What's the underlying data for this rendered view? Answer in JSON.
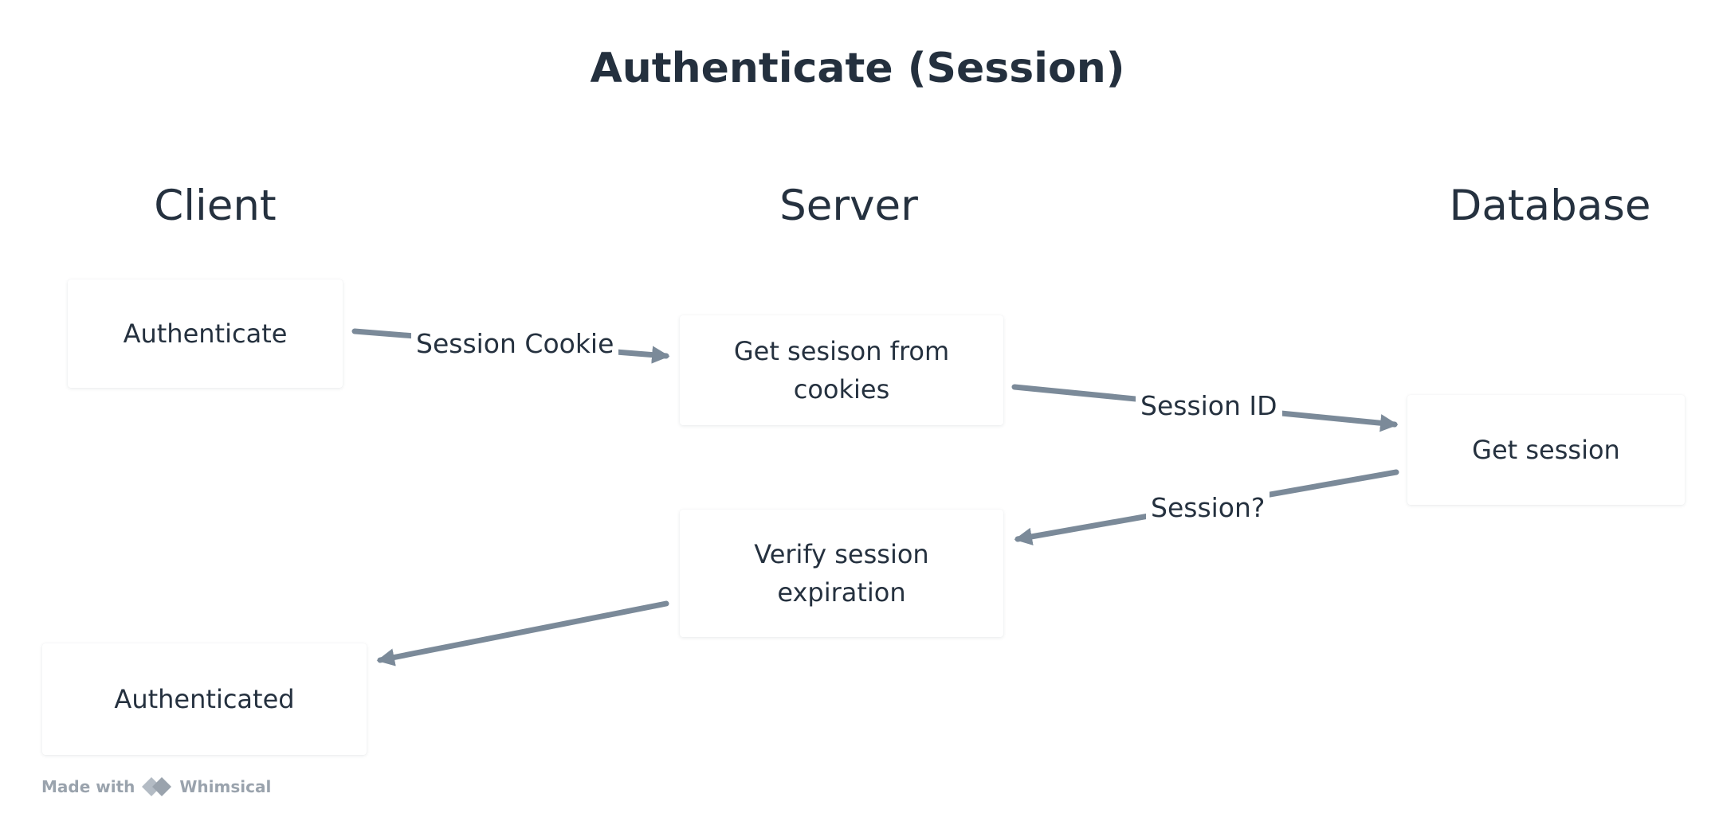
{
  "title": "Authenticate (Session)",
  "columns": {
    "client": "Client",
    "server": "Server",
    "database": "Database"
  },
  "nodes": {
    "authenticate": "Authenticate",
    "get_session_from_cookies": "Get sesison from cookies",
    "get_session": "Get session",
    "verify_session_expiration": "Verify session expiration",
    "authenticated": "Authenticated"
  },
  "edges": {
    "session_cookie": "Session Cookie",
    "session_id": "Session ID",
    "session_question": "Session?"
  },
  "watermark": {
    "made_with": "Made with",
    "brand": "Whimsical"
  },
  "colors": {
    "arrow": "#7b8a99",
    "text": "#25313f"
  }
}
